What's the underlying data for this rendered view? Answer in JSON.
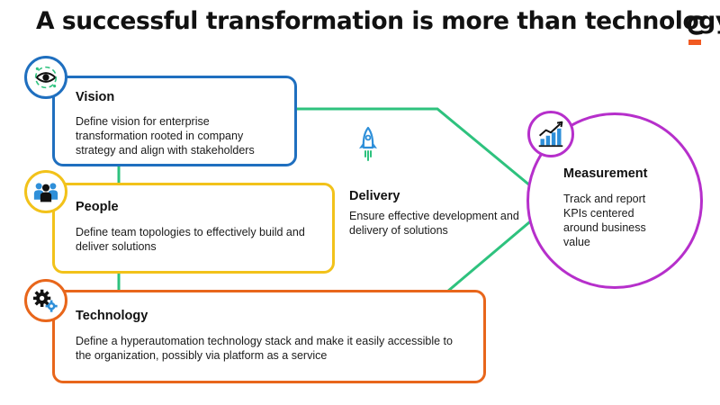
{
  "title": "A successful transformation is more than technology",
  "colors": {
    "vision": "#1f6fbf",
    "people": "#f2c21a",
    "technology": "#e8661b",
    "measurement": "#b62fcb",
    "delivery": "#2ec27e",
    "logo_accent": "#f15a22"
  },
  "sections": {
    "vision": {
      "title": "Vision",
      "text": "Define vision for enterprise transformation rooted in company strategy and align with stakeholders",
      "icon": "eye-icon"
    },
    "people": {
      "title": "People",
      "text": "Define team topologies to effectively build and deliver solutions",
      "icon": "people-icon"
    },
    "technology": {
      "title": "Technology",
      "text": "Define a hyperautomation technology stack and make it easily accessible to the organization, possibly via platform as a service",
      "icon": "gear-icon"
    },
    "delivery": {
      "title": "Delivery",
      "text": "Ensure effective development and delivery of solutions",
      "icon": "rocket-icon"
    },
    "measurement": {
      "title": "Measurement",
      "text": "Track and report KPIs centered around business value",
      "icon": "bar-chart-icon"
    }
  }
}
